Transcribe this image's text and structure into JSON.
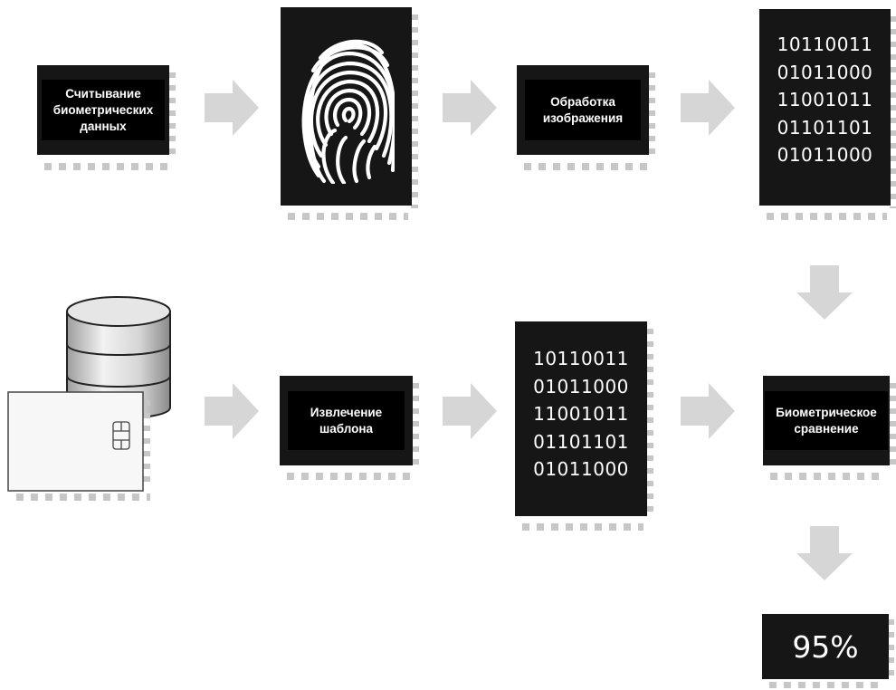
{
  "colors": {
    "chip": "#161616",
    "label_bg": "#000000",
    "pins": "#c7c7c7",
    "arrow": "#d6d6d6"
  },
  "steps": {
    "read": "Считывание\nбиометрических\nданных",
    "process": "Обработка\nизображения",
    "extract": "Извлечение\nшаблона",
    "compare": "Биометрическое\nсравнение"
  },
  "binary_top": "10110011\n01011000\n11001011\n01101101\n01011000",
  "binary_bottom": "10110011\n01011000\n11001011\n01101101\n01011000",
  "result": "95%",
  "icons": [
    "fingerprint-icon",
    "database-icon",
    "smart-card-icon",
    "arrow-right-icon",
    "arrow-down-icon"
  ]
}
